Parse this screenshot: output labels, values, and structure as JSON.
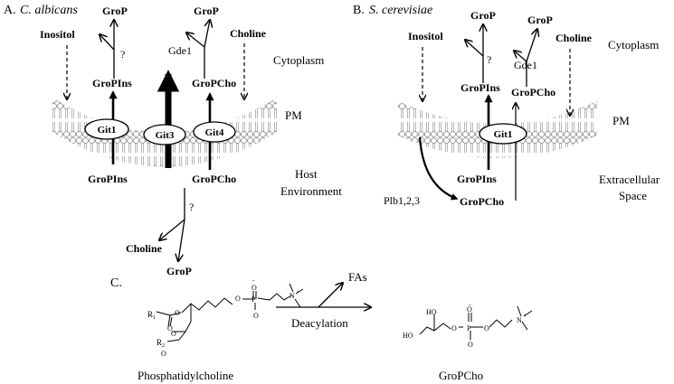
{
  "panelA": {
    "letter": "A.",
    "species": "C. albicans",
    "inositol": "Inositol",
    "gropTopLeft": "GroP",
    "q1": "?",
    "gropTopRight": "GroP",
    "gde1": "Gde1",
    "choline": "Choline",
    "cytoplasm": "Cytoplasm",
    "groPInsIn": "GroPIns",
    "groPChoIn": "GroPCho",
    "pm": "PM",
    "git1": "Git1",
    "git3": "Git3",
    "git4": "Git4",
    "groPInsOut": "GroPIns",
    "groPChoOut": "GroPCho",
    "host1": "Host",
    "host2": "Environment",
    "q2": "?",
    "cholineOut": "Choline",
    "gropOut": "GroP"
  },
  "panelB": {
    "letter": "B.",
    "species": "S. cerevisiae",
    "inositol": "Inositol",
    "gropTopLeft": "GroP",
    "q1": "?",
    "gropTopRight": "GroP",
    "gde1": "Gde1",
    "choline": "Choline",
    "cytoplasm": "Cytoplasm",
    "groPInsIn": "GroPIns",
    "groPChoIn": "GroPCho",
    "pm": "PM",
    "git1": "Git1",
    "groPInsOut": "GroPIns",
    "plb": "Plb1,2,3",
    "groPChoOut": "GroPCho",
    "extra1": "Extracellular",
    "extra2": "Space"
  },
  "panelC": {
    "letter": "C.",
    "fas": "FAs",
    "deacylation": "Deacylation",
    "pcName": "Phosphatidylcholine",
    "gpcName": "GroPCho",
    "r1": "R",
    "r1sub": "1",
    "r2": "R",
    "r2sub": "2",
    "o": "O",
    "p": "P",
    "n": "N",
    "ho": "HO",
    "plus": "+",
    "minus": "-"
  }
}
